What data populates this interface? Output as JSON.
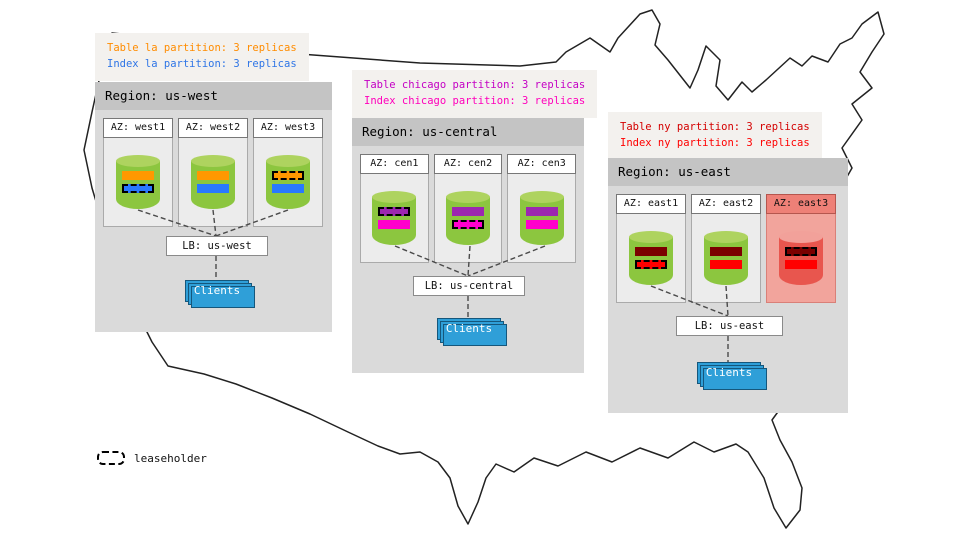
{
  "legend": {
    "label": "leaseholder"
  },
  "regions": [
    {
      "name": "us-west",
      "note_line1": "Table la partition: 3 replicas",
      "note_line2": "Index la partition: 3 replicas",
      "note_line1_color": "#ff8c00",
      "note_line2_color": "#2e75e6",
      "title": "Region: us-west",
      "lb_label": "LB: us-west",
      "clients_label": "Clients",
      "table_color": "#ff9800",
      "index_color": "#2979ff",
      "azs": [
        {
          "label": "AZ: west1",
          "failed": false,
          "table_leaseholder": false,
          "index_leaseholder": true
        },
        {
          "label": "AZ: west2",
          "failed": false,
          "table_leaseholder": false,
          "index_leaseholder": false
        },
        {
          "label": "AZ: west3",
          "failed": false,
          "table_leaseholder": true,
          "index_leaseholder": false
        }
      ]
    },
    {
      "name": "us-central",
      "note_line1": "Table chicago partition: 3 replicas",
      "note_line2": "Index chicago partition: 3 replicas",
      "note_line1_color": "#c400c4",
      "note_line2_color": "#ff00bb",
      "title": "Region: us-central",
      "lb_label": "LB: us-central",
      "clients_label": "Clients",
      "table_color": "#9c27b0",
      "index_color": "#ff00cc",
      "azs": [
        {
          "label": "AZ: cen1",
          "failed": false,
          "table_leaseholder": true,
          "index_leaseholder": false
        },
        {
          "label": "AZ: cen2",
          "failed": false,
          "table_leaseholder": false,
          "index_leaseholder": true
        },
        {
          "label": "AZ: cen3",
          "failed": false,
          "table_leaseholder": false,
          "index_leaseholder": false
        }
      ]
    },
    {
      "name": "us-east",
      "note_line1": "Table ny partition: 3 replicas",
      "note_line2": "Index ny partition: 3 replicas",
      "note_line1_color": "#d40000",
      "note_line2_color": "#ff0000",
      "title": "Region: us-east",
      "lb_label": "LB: us-east",
      "clients_label": "Clients",
      "table_color": "#7b0000",
      "index_color": "#ff0000",
      "azs": [
        {
          "label": "AZ: east1",
          "failed": false,
          "table_leaseholder": false,
          "index_leaseholder": true
        },
        {
          "label": "AZ: east2",
          "failed": false,
          "table_leaseholder": false,
          "index_leaseholder": false
        },
        {
          "label": "AZ: east3",
          "failed": true,
          "table_leaseholder": true,
          "index_leaseholder": false
        }
      ]
    }
  ],
  "colors": {
    "cylinder_body": "#8cc63f",
    "cylinder_top": "#aed35f",
    "failed_cylinder_body": "#e8564e",
    "failed_cylinder_top": "#f2a19a",
    "failed_az_header": "#ee8077",
    "failed_az_body": "#f2a49c",
    "clients": "#2f9fd8"
  }
}
